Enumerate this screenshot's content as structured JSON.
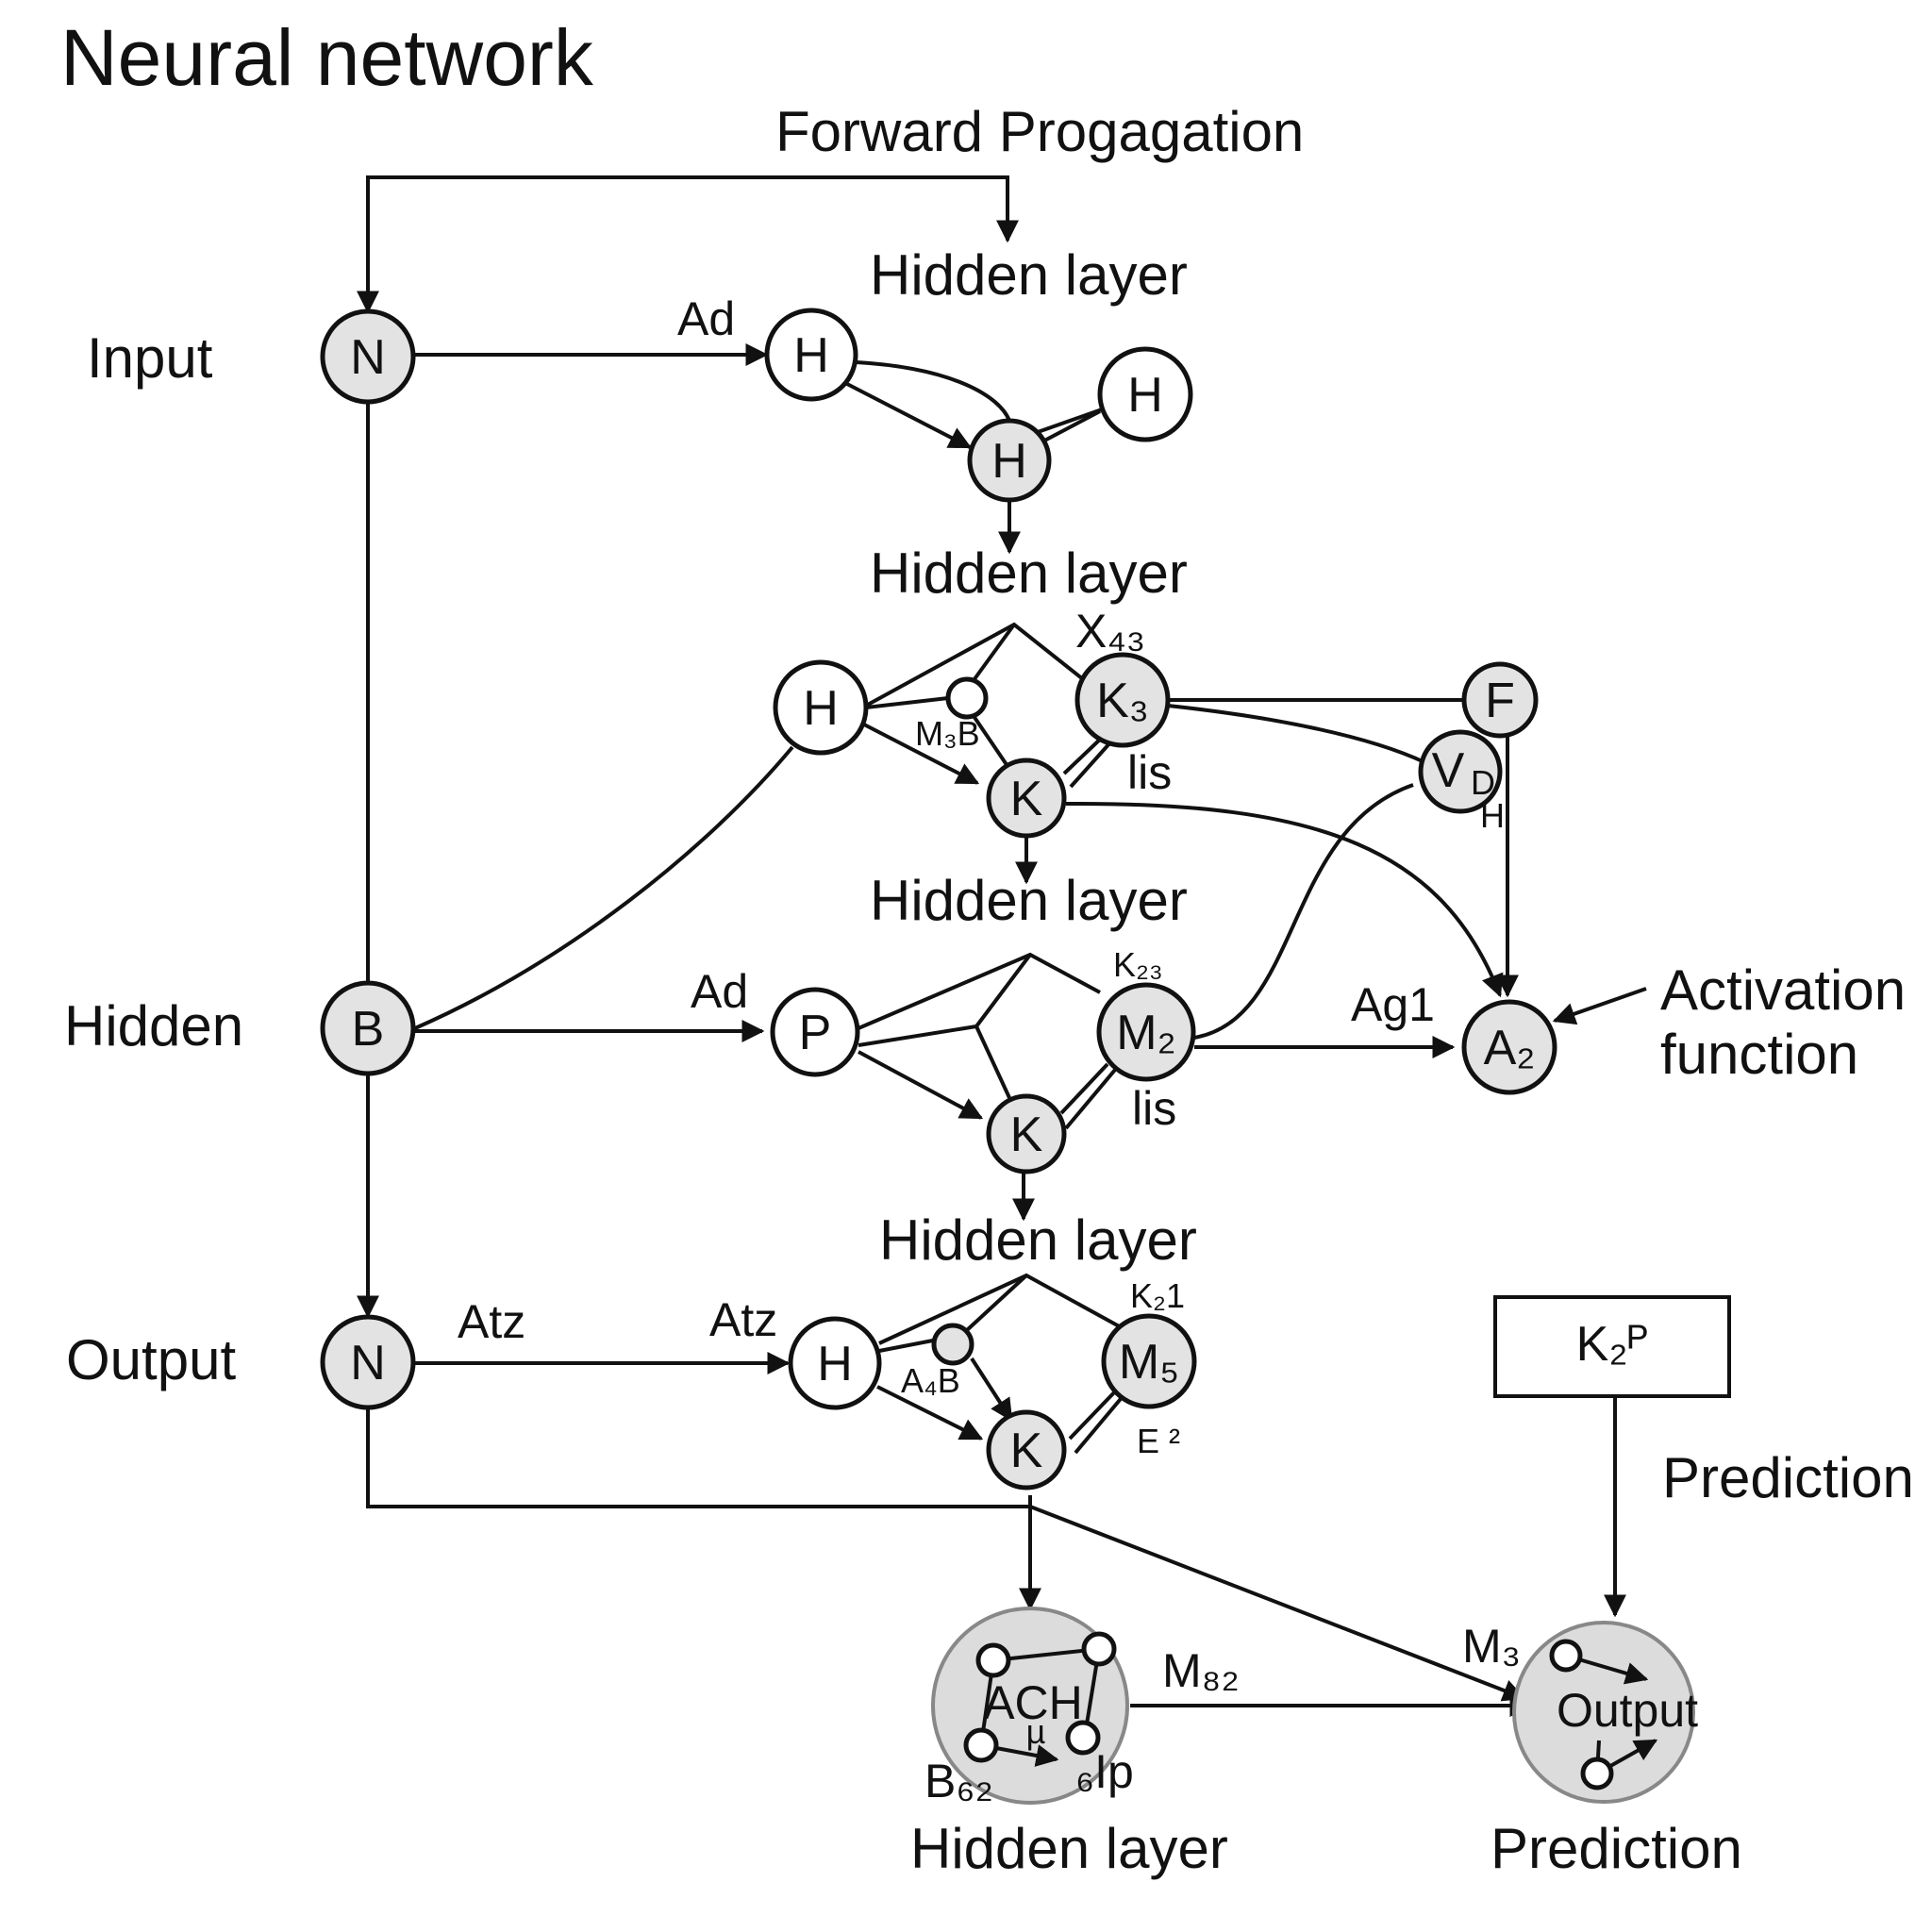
{
  "title": "Neural network",
  "labels": {
    "forward": "Forward Progagation",
    "input": "Input",
    "hidden": "Hidden",
    "output": "Output",
    "hidden_layer_1": "Hidden layer",
    "hidden_layer_2": "Hidden layer",
    "hidden_layer_3": "Hidden layer",
    "hidden_layer_4": "Hidden layer",
    "hidden_layer_bottom": "Hidden layer",
    "activation_1": "Activation",
    "activation_2": "function",
    "prediction_side": "Prediction",
    "prediction_bottom": "Prediction"
  },
  "edge_labels": {
    "ad_1": "Ad",
    "ad_2": "Ad",
    "atz_1": "Atz",
    "atz_2": "Atz",
    "ag1": "Ag1",
    "x43": "X₄₃",
    "m3b": "M₃B",
    "lis_1": "lis",
    "lis_2": "lis",
    "k23": "K₂₃",
    "k21": "K₂1",
    "a4b": "A₄B",
    "e2": "E ²",
    "m2_link": "M₈₂",
    "m3_link": "M₃",
    "b62": "B₆₂",
    "ip": "₆Ip",
    "ach": "ACH",
    "u": "µ"
  },
  "nodes": {
    "n_in": "N",
    "b_hidden": "B",
    "n_out": "N",
    "h1": "H",
    "h2": "H",
    "h3": "H",
    "h4": "H",
    "k3": "K₃",
    "k1": "K",
    "f": "F",
    "vd": "V",
    "vd_sub": "D",
    "vh": "H",
    "p": "P",
    "m2": "M₂",
    "k2": "K",
    "a2": "A₂",
    "h5": "H",
    "m5": "M₅",
    "k3b": "K",
    "output_circle": "Output",
    "box": "K₂ᴾ"
  },
  "colors": {
    "node_fill_gray": "#e3e3e3",
    "node_fill_white": "#ffffff",
    "stroke": "#111111"
  }
}
